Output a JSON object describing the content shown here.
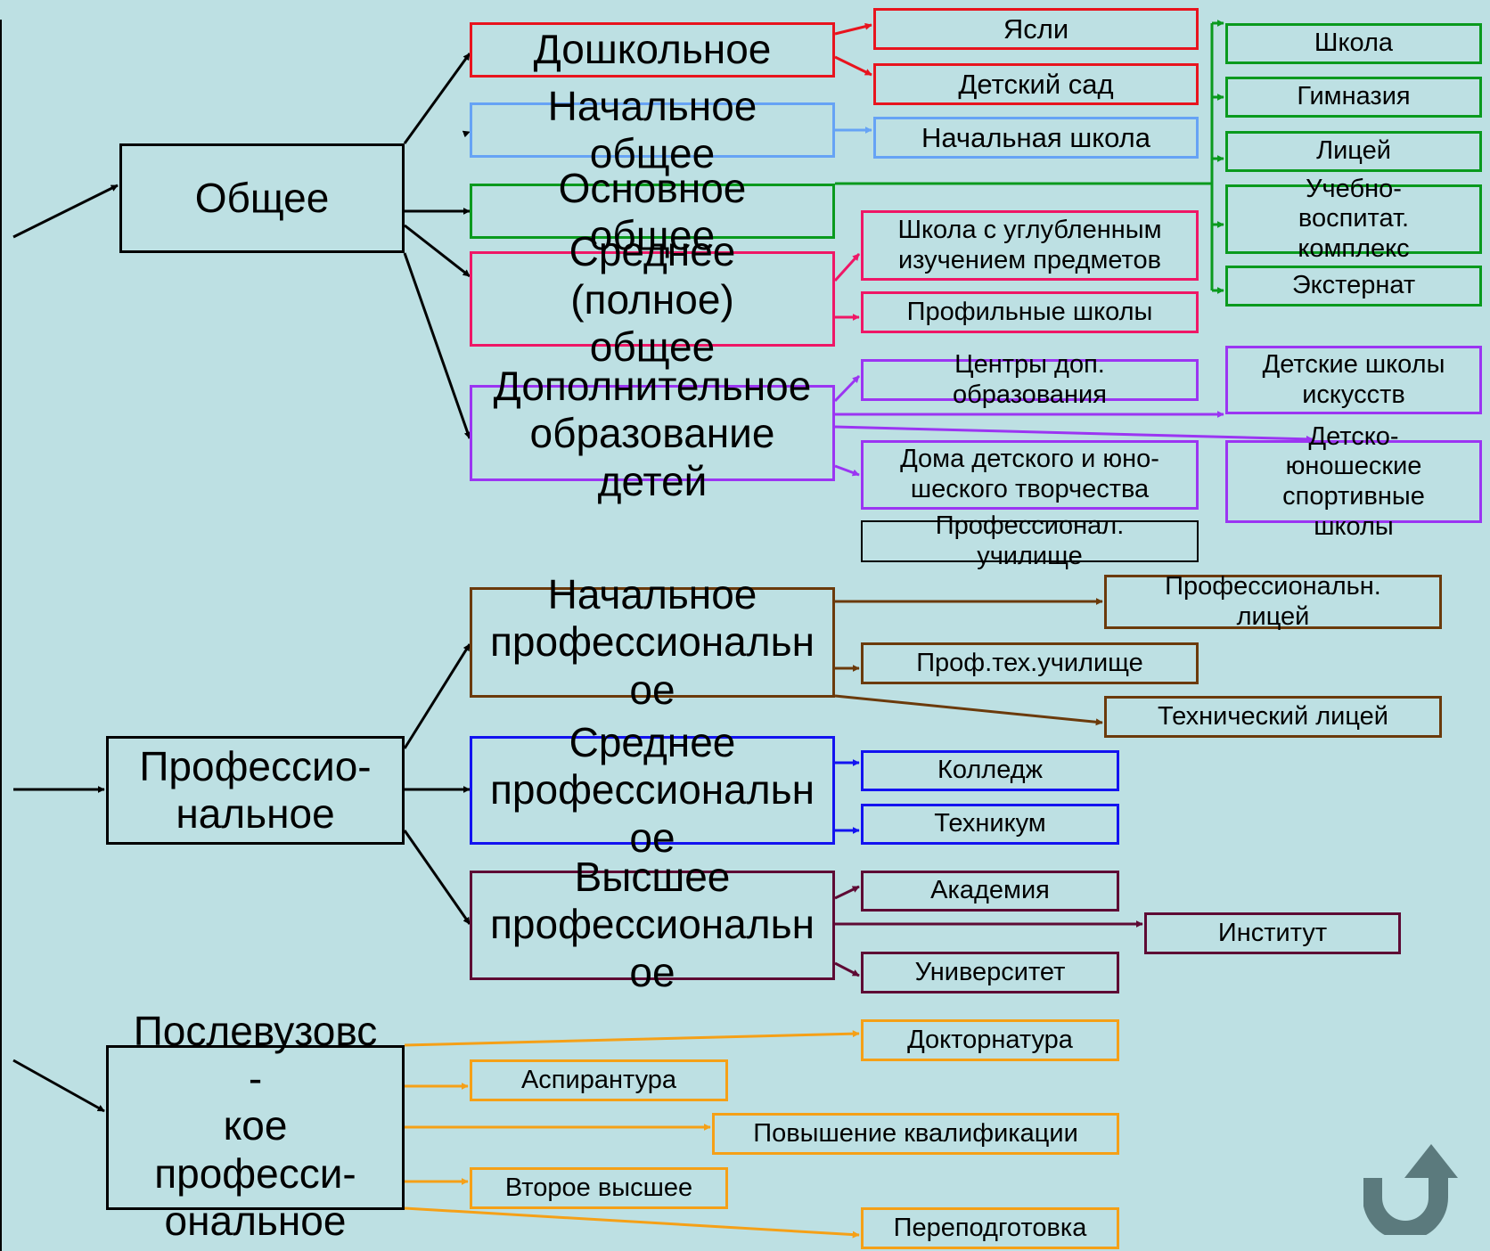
{
  "colors": {
    "background": "#bde0e3",
    "black": "#000000",
    "red": "#e8141e",
    "light_blue": "#66a3f5",
    "green": "#0a9a1e",
    "pink": "#ef1766",
    "purple": "#9b35f2",
    "brown": "#6b3a0b",
    "blue": "#1313f0",
    "maroon": "#5e0a34",
    "orange": "#f5a017",
    "icon_gray": "#5b7a7d"
  },
  "level1": {
    "general": [
      "Общее"
    ],
    "professional": [
      "Професcио-",
      "нальное"
    ],
    "postgraduate": [
      "Послевузовс",
      "-",
      "кое",
      "професси-",
      "ональное"
    ]
  },
  "level2": {
    "preschool": [
      "Дошкольное"
    ],
    "primary_general": [
      "Начальное",
      "общее"
    ],
    "basic_general": [
      "Основное",
      "общее"
    ],
    "secondary_general": [
      "Среднее",
      "(полное)",
      "общее"
    ],
    "additional_children": [
      "Дополнительное",
      "образование",
      "детей"
    ],
    "primary_professional": [
      "Начальное",
      "профессиональн",
      "ое"
    ],
    "secondary_professional": [
      "Среднее",
      "профессиональн",
      "ое"
    ],
    "higher_professional": [
      "Высшее",
      "профессиональн",
      "ое"
    ]
  },
  "level3": {
    "nursery": [
      "Ясли"
    ],
    "kindergarten": [
      "Детский сад"
    ],
    "primary_school": [
      "Начальная школа"
    ],
    "advanced_study_school": [
      "Школа с углубленным",
      "изучением предметов"
    ],
    "profile_schools": [
      "Профильные школы"
    ],
    "extra_edu_centers": [
      "Центры доп.",
      "образования"
    ],
    "youth_creativity_houses": [
      "Дома детского и юно-",
      "шеского творчества"
    ],
    "vocational_school": [
      "Профессионал.",
      "училище"
    ],
    "vocational_tech_school": [
      "Проф.тех.училище"
    ],
    "college": [
      "Колледж"
    ],
    "technical_school": [
      "Техникум"
    ],
    "academy": [
      "Академия"
    ],
    "university": [
      "Университет"
    ],
    "doctorate": [
      "Докторнатура"
    ],
    "postgrad_study": [
      "Аспирантура"
    ],
    "qualification_upgrade": [
      "Повышение квалификации"
    ],
    "second_higher": [
      "Второе высшее"
    ],
    "retraining": [
      "Переподготовка"
    ]
  },
  "level4": {
    "school": [
      "Школа"
    ],
    "gymnasium": [
      "Гимназия"
    ],
    "lyceum": [
      "Лицей"
    ],
    "educational_complex": [
      "Учебно-",
      "воспитат.",
      "комплекс"
    ],
    "external_study": [
      "Экстернат"
    ],
    "art_schools": [
      "Детские школы",
      "искусств"
    ],
    "sports_schools": [
      "Детско-",
      "юношеские",
      "спортивные",
      "школы"
    ],
    "professional_lyceum": [
      "Профессиональн.",
      "лицей"
    ],
    "technical_lyceum": [
      "Технический лицей"
    ],
    "institute": [
      "Институт"
    ]
  },
  "icons": {
    "back": "u-turn-up-arrow-icon"
  }
}
